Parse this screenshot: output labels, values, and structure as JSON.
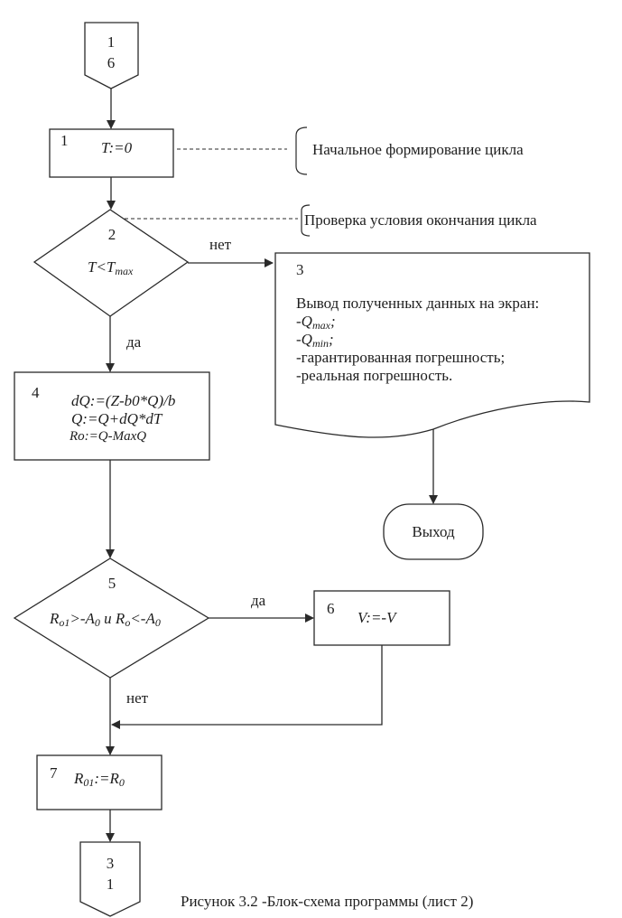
{
  "diagram": {
    "type": "flowchart",
    "caption": "Рисунок 3.2 -Блок-схема программы (лист 2)",
    "connectors": [
      {
        "id": "connector-in",
        "line1": "1",
        "line2": "6"
      },
      {
        "id": "connector-out",
        "line1": "3",
        "line2": "1"
      }
    ],
    "blocks": {
      "b1": {
        "number": "1",
        "text": "T:=0"
      },
      "b2": {
        "number": "2",
        "cond_main": "T<T",
        "cond_sub": "max"
      },
      "b3": {
        "number": "3",
        "title": "Вывод полученных данных на экран:",
        "items": [
          {
            "prefix": "-",
            "var": "Q",
            "sub": "max",
            "suffix": ";"
          },
          {
            "prefix": "-",
            "var": "Q",
            "sub": "min",
            "suffix": ";"
          }
        ],
        "lines": [
          "-гарантированная погрешность;",
          "-реальная погрешность."
        ]
      },
      "b4": {
        "number": "4",
        "lines": [
          "dQ:=(Z-b0*Q)/b",
          "Q:=Q+dQ*dT",
          "Ro:=Q-MaxQ"
        ]
      },
      "b5": {
        "number": "5",
        "parts": {
          "r1": "R",
          "r1sub": "o1",
          "op1": ">-A",
          "a1sub": "0",
          "and": " и ",
          "r2": "R",
          "r2sub": "o",
          "op2": "<-A",
          "a2sub": "0"
        }
      },
      "b6": {
        "number": "6",
        "text": "V:=-V"
      },
      "b7": {
        "number": "7",
        "lhs": "R",
        "lhs_sub": "01",
        "op": ":=R",
        "rhs_sub": "0"
      },
      "exit": {
        "text": "Выход"
      }
    },
    "edge_labels": {
      "b2_no": "нет",
      "b2_yes": "да",
      "b5_yes": "да",
      "b5_no": "нет"
    },
    "comments": {
      "c1": "Начальное формирование цикла",
      "c2": "Проверка условия окончания цикла"
    }
  }
}
